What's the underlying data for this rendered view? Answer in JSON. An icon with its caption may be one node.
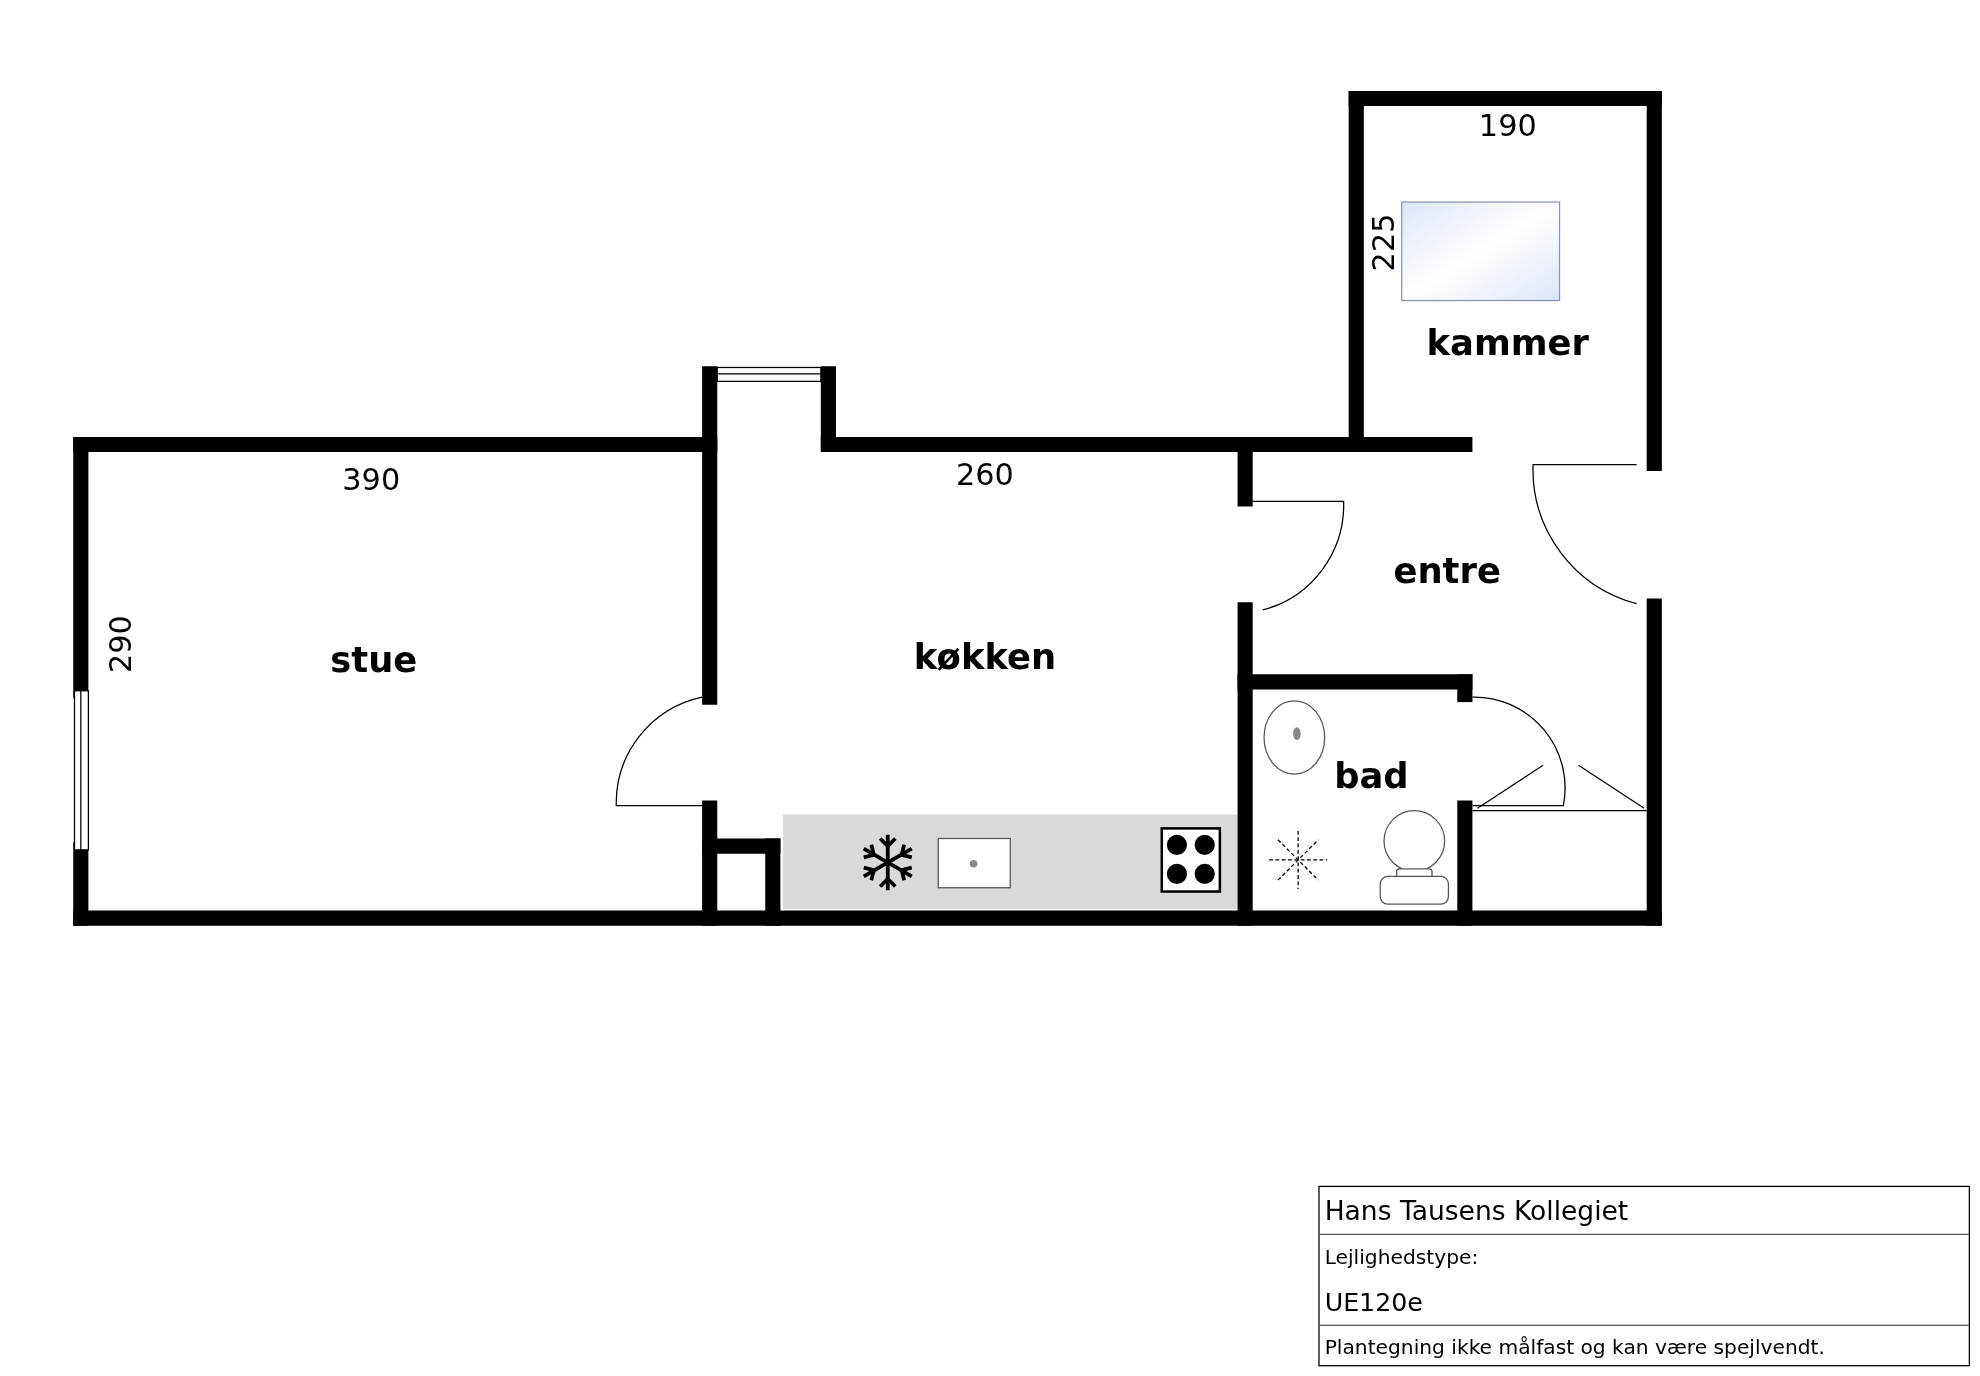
{
  "diagram": {
    "nodes": [
      {
        "text": [
          "kammer"
        ]
      },
      {
        "text": [
          "entre"
        ]
      },
      {
        "text": [
          "stue"
        ]
      },
      {
        "text": [
          "køkken"
        ]
      },
      {
        "text": [
          "bad"
        ]
      }
    ],
    "labels": [
      "190",
      "225",
      "390",
      "260",
      "290",
      "Hans Tausens Kollegiet",
      "Lejlighedstype:",
      "UE120e",
      "Plantegning ikke målfast og kan være spejlvendt."
    ]
  }
}
